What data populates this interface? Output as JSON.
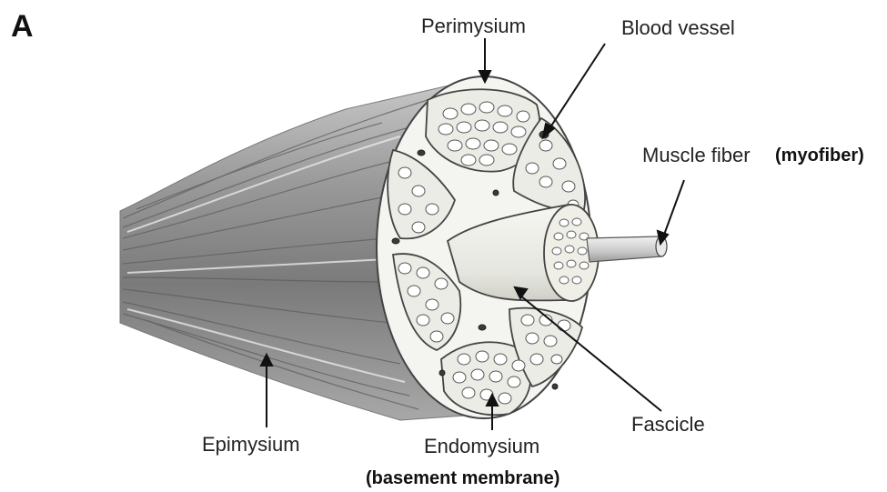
{
  "panel_label": "A",
  "labels": {
    "perimysium": "Perimysium",
    "blood_vessel": "Blood vessel",
    "muscle_fiber": "Muscle fiber",
    "myofiber": "(myofiber)",
    "fascicle": "Fascicle",
    "epimysium": "Epimysium",
    "endomysium": "Endomysium",
    "basement_membrane": "(basement membrane)"
  },
  "colors": {
    "muscle_dark": "#6e6e6e",
    "muscle_light": "#d9d9d9",
    "fascicle_fill": "#f2f2ee",
    "cell_outline": "#555555"
  }
}
